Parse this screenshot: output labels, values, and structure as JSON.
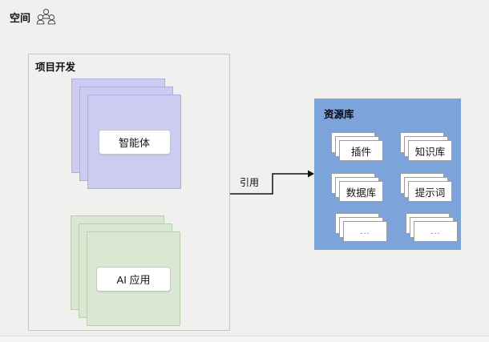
{
  "page": {
    "background": "#f0f0ef"
  },
  "header": {
    "title": "空间",
    "icon": "team-icon"
  },
  "dev_box": {
    "title": "项目开发",
    "agent_stack": {
      "label": "智能体",
      "fill": "#ccccf3",
      "border": "#abaede"
    },
    "app_stack": {
      "label": "AI 应用",
      "fill": "#d9e8d3",
      "border": "#b9cfae"
    }
  },
  "connector": {
    "label": "引用",
    "color": "#111111"
  },
  "resource_box": {
    "title": "资源库",
    "fill": "#7ca4db",
    "items": [
      {
        "label": "插件"
      },
      {
        "label": "知识库"
      },
      {
        "label": "数据库"
      },
      {
        "label": "提示词"
      },
      {
        "label": "..."
      },
      {
        "label": "..."
      }
    ]
  }
}
